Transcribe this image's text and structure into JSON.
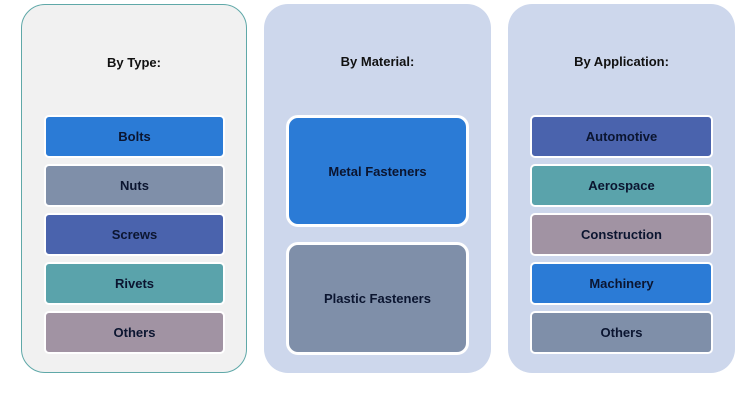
{
  "segments": [
    {
      "title": "By Type:",
      "items": [
        {
          "label": "Bolts",
          "color": "#2b7bd6"
        },
        {
          "label": "Nuts",
          "color": "#7f8fa9"
        },
        {
          "label": "Screws",
          "color": "#4a63ad"
        },
        {
          "label": "Rivets",
          "color": "#5aa3ab"
        },
        {
          "label": "Others",
          "color": "#a193a3"
        }
      ]
    },
    {
      "title": "By Material:",
      "items": [
        {
          "label": "Metal Fasteners",
          "color": "#2b7bd6"
        },
        {
          "label": "Plastic Fasteners",
          "color": "#7f8fa9"
        }
      ]
    },
    {
      "title": "By Application:",
      "items": [
        {
          "label": "Automotive",
          "color": "#4a63ad"
        },
        {
          "label": "Aerospace",
          "color": "#5aa3ab"
        },
        {
          "label": "Construction",
          "color": "#a193a3"
        },
        {
          "label": "Machinery",
          "color": "#2b7bd6"
        },
        {
          "label": "Others",
          "color": "#7f8fa9"
        }
      ]
    }
  ]
}
